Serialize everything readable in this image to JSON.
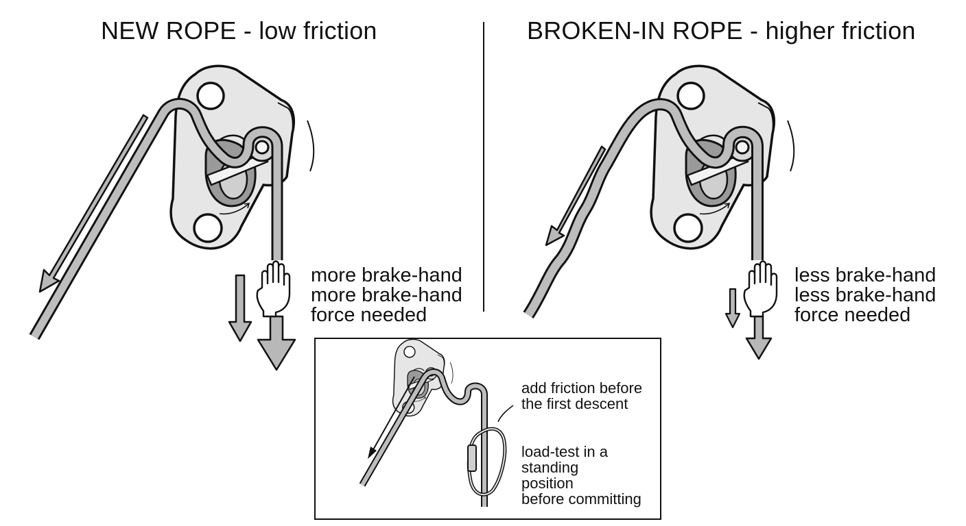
{
  "panels": {
    "left": {
      "title": "NEW ROPE - low friction",
      "label_lines": [
        "more brake-hand",
        "more brake-hand",
        "force needed"
      ]
    },
    "right": {
      "title": "BROKEN-IN ROPE - higher friction",
      "label_lines": [
        "less brake-hand",
        "less brake-hand",
        "force needed"
      ]
    }
  },
  "inset": {
    "note_a_lines": [
      "add friction before",
      "the first descent"
    ],
    "note_b_lines": [
      "load-test in a",
      "standing",
      "position",
      "before committing"
    ]
  },
  "icons": [
    "belay-device-icon",
    "rope-icon",
    "hand-icon",
    "arrow-down-icon",
    "carabiner-icon"
  ]
}
